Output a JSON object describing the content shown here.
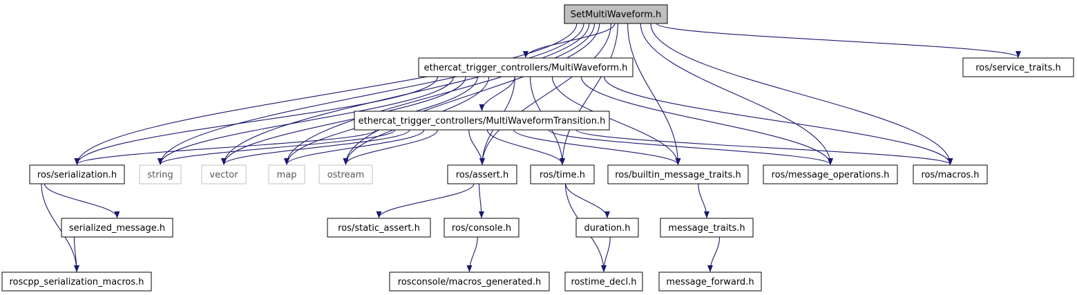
{
  "diagram": {
    "title": "",
    "edge_color": "#191970",
    "root_fill": "#bfbfbf",
    "nodes": [
      {
        "id": "root",
        "label": "SetMultiWaveform.h",
        "kind": "root"
      },
      {
        "id": "mw",
        "label": "ethercat_trigger_controllers/MultiWaveform.h",
        "kind": "local"
      },
      {
        "id": "st",
        "label": "ros/service_traits.h",
        "kind": "local"
      },
      {
        "id": "mwt",
        "label": "ethercat_trigger_controllers/MultiWaveformTransition.h",
        "kind": "local"
      },
      {
        "id": "ser",
        "label": "ros/serialization.h",
        "kind": "local"
      },
      {
        "id": "string",
        "label": "string",
        "kind": "external"
      },
      {
        "id": "vector",
        "label": "vector",
        "kind": "external"
      },
      {
        "id": "map",
        "label": "map",
        "kind": "external"
      },
      {
        "id": "ostream",
        "label": "ostream",
        "kind": "external"
      },
      {
        "id": "assert",
        "label": "ros/assert.h",
        "kind": "local"
      },
      {
        "id": "time",
        "label": "ros/time.h",
        "kind": "local"
      },
      {
        "id": "bmt",
        "label": "ros/builtin_message_traits.h",
        "kind": "local"
      },
      {
        "id": "mo",
        "label": "ros/message_operations.h",
        "kind": "local"
      },
      {
        "id": "macros",
        "label": "ros/macros.h",
        "kind": "local"
      },
      {
        "id": "sm",
        "label": "serialized_message.h",
        "kind": "local"
      },
      {
        "id": "sa",
        "label": "ros/static_assert.h",
        "kind": "local"
      },
      {
        "id": "console",
        "label": "ros/console.h",
        "kind": "local"
      },
      {
        "id": "dur",
        "label": "duration.h",
        "kind": "local"
      },
      {
        "id": "mt",
        "label": "message_traits.h",
        "kind": "local"
      },
      {
        "id": "rsm",
        "label": "roscpp_serialization_macros.h",
        "kind": "local"
      },
      {
        "id": "rmg",
        "label": "rosconsole/macros_generated.h",
        "kind": "local"
      },
      {
        "id": "rd",
        "label": "rostime_decl.h",
        "kind": "local"
      },
      {
        "id": "mf",
        "label": "message_forward.h",
        "kind": "local"
      }
    ],
    "edges": [
      [
        "root",
        "mw"
      ],
      [
        "root",
        "st"
      ],
      [
        "root",
        "ser"
      ],
      [
        "root",
        "string"
      ],
      [
        "root",
        "vector"
      ],
      [
        "root",
        "map"
      ],
      [
        "root",
        "ostream"
      ],
      [
        "root",
        "assert"
      ],
      [
        "root",
        "time"
      ],
      [
        "root",
        "bmt"
      ],
      [
        "root",
        "mo"
      ],
      [
        "root",
        "macros"
      ],
      [
        "mw",
        "mwt"
      ],
      [
        "mw",
        "ser"
      ],
      [
        "mw",
        "string"
      ],
      [
        "mw",
        "vector"
      ],
      [
        "mw",
        "map"
      ],
      [
        "mw",
        "ostream"
      ],
      [
        "mw",
        "assert"
      ],
      [
        "mw",
        "time"
      ],
      [
        "mw",
        "bmt"
      ],
      [
        "mw",
        "mo"
      ],
      [
        "mw",
        "macros"
      ],
      [
        "mwt",
        "ser"
      ],
      [
        "mwt",
        "string"
      ],
      [
        "mwt",
        "vector"
      ],
      [
        "mwt",
        "map"
      ],
      [
        "mwt",
        "ostream"
      ],
      [
        "mwt",
        "assert"
      ],
      [
        "mwt",
        "time"
      ],
      [
        "mwt",
        "bmt"
      ],
      [
        "mwt",
        "mo"
      ],
      [
        "mwt",
        "macros"
      ],
      [
        "ser",
        "sm"
      ],
      [
        "ser",
        "rsm"
      ],
      [
        "sm",
        "rsm"
      ],
      [
        "assert",
        "sa"
      ],
      [
        "assert",
        "console"
      ],
      [
        "console",
        "rmg"
      ],
      [
        "time",
        "dur"
      ],
      [
        "time",
        "rd"
      ],
      [
        "dur",
        "rd"
      ],
      [
        "bmt",
        "mt"
      ],
      [
        "mt",
        "mf"
      ]
    ]
  }
}
